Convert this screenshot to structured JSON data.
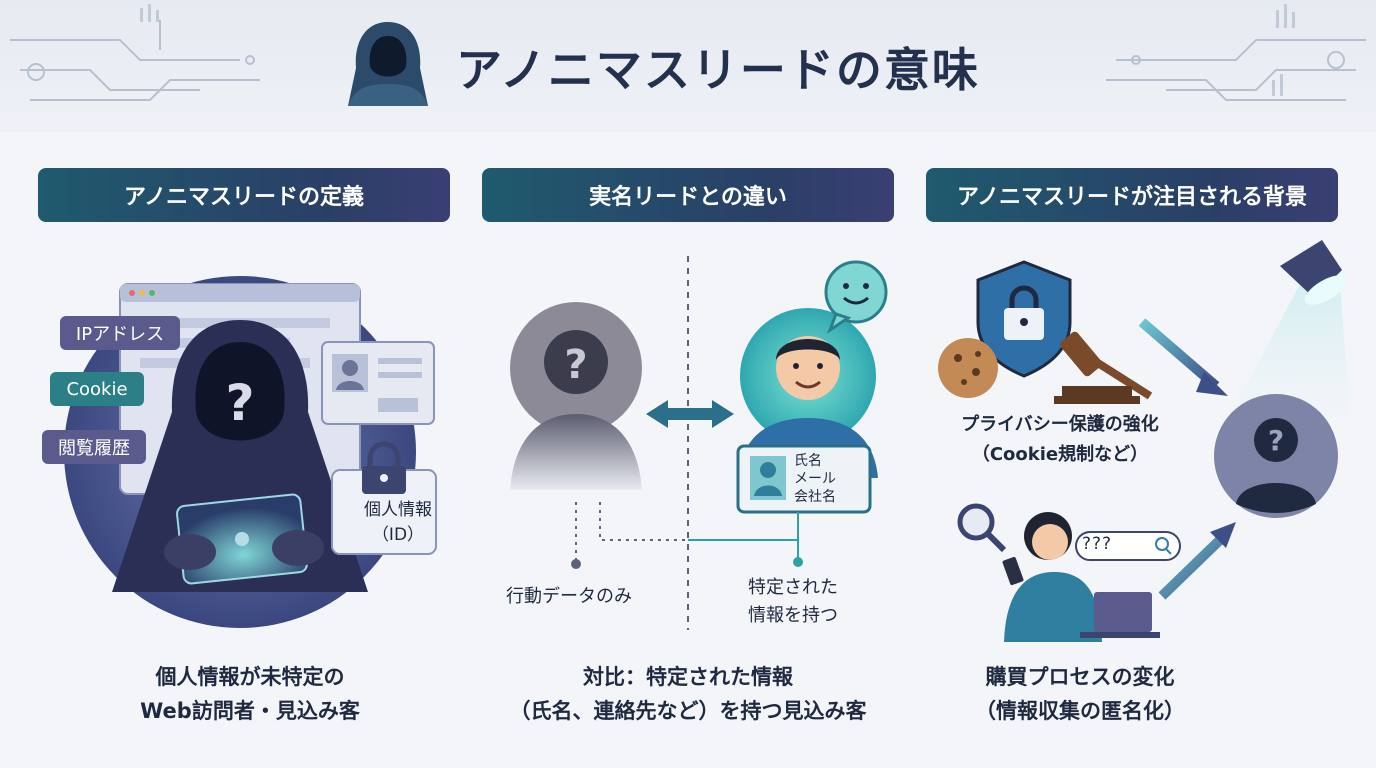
{
  "title": "アノニマスリードの意味",
  "sections": [
    {
      "heading": "アノニマスリードの定義",
      "tags": [
        "IPアドレス",
        "Cookie",
        "閲覧履歴"
      ],
      "lock_label": [
        "個人情報",
        "（ID）"
      ],
      "caption": [
        "個人情報が未特定の",
        "Web訪問者・見込み客"
      ]
    },
    {
      "heading": "実名リードとの違い",
      "card_fields": [
        "氏名",
        "メール",
        "会社名"
      ],
      "left_label": "行動データのみ",
      "right_label": [
        "特定された",
        "情報を持つ"
      ],
      "caption": [
        "対比：特定された情報",
        "（氏名、連絡先など）を持つ見込み客"
      ]
    },
    {
      "heading": "アノニマスリードが注目される背景",
      "item1": [
        "プライバシー保護の強化",
        "（Cookie規制など）"
      ],
      "search_text": "???",
      "item2": [
        "購買プロセスの変化",
        "（情報収集の匿名化）"
      ]
    }
  ],
  "colors": {
    "navy": "#23314f",
    "teal": "#1f6f7e",
    "purple": "#5a5a8f",
    "accent": "#2ba3a6"
  }
}
